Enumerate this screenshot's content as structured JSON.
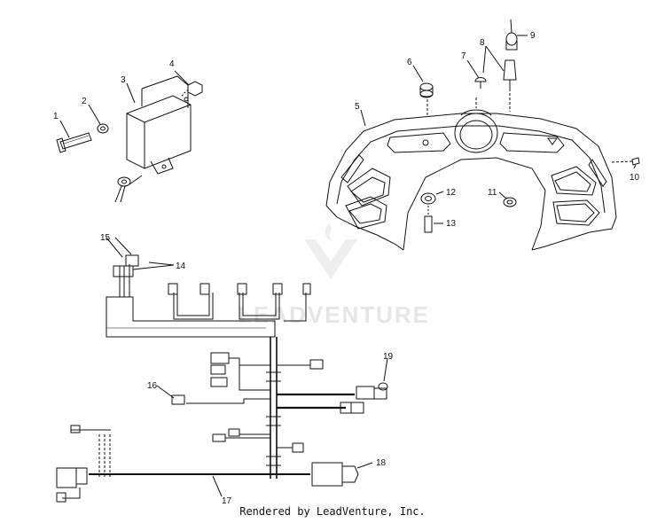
{
  "diagram": {
    "callouts": [
      "1",
      "2",
      "3",
      "4",
      "5",
      "6",
      "7",
      "8",
      "9",
      "10",
      "11",
      "12",
      "13",
      "14",
      "15",
      "16",
      "17",
      "18",
      "19"
    ]
  },
  "watermark": {
    "text": "LEADVENTURE"
  },
  "footer": {
    "text": "Rendered by LeadVenture, Inc."
  },
  "colors": {
    "ink": "#111111",
    "watermark": "#e6e6e6"
  }
}
